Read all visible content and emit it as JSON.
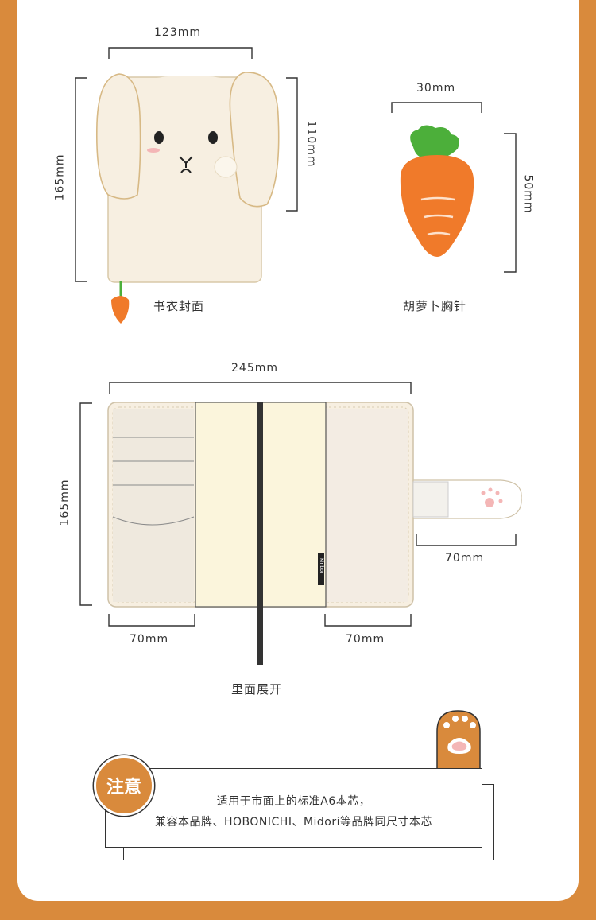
{
  "colors": {
    "accent": "#d98a3c",
    "cover": "#f7efe1",
    "inner_yellow": "#fbf5dc",
    "carrot": "#f07a2a",
    "leaf": "#4caf3a",
    "text": "#333333"
  },
  "cover": {
    "width_label": "123mm",
    "height_label": "165mm",
    "head_label": "110mm",
    "caption": "书衣封面"
  },
  "brooch": {
    "width_label": "30mm",
    "height_label": "50mm",
    "caption": "胡萝卜胸针"
  },
  "inner": {
    "width_label": "245mm",
    "height_label": "165mm",
    "left_panel_label": "70mm",
    "right_panel_label": "70mm",
    "tab_label": "70mm",
    "caption": "里面展开",
    "brand_tag": "Kinbor"
  },
  "notice": {
    "badge": "注意",
    "line1": "适用于市面上的标准A6本芯，",
    "line2": "兼容本品牌、HOBONICHI、Midori等品牌同尺寸本芯"
  }
}
